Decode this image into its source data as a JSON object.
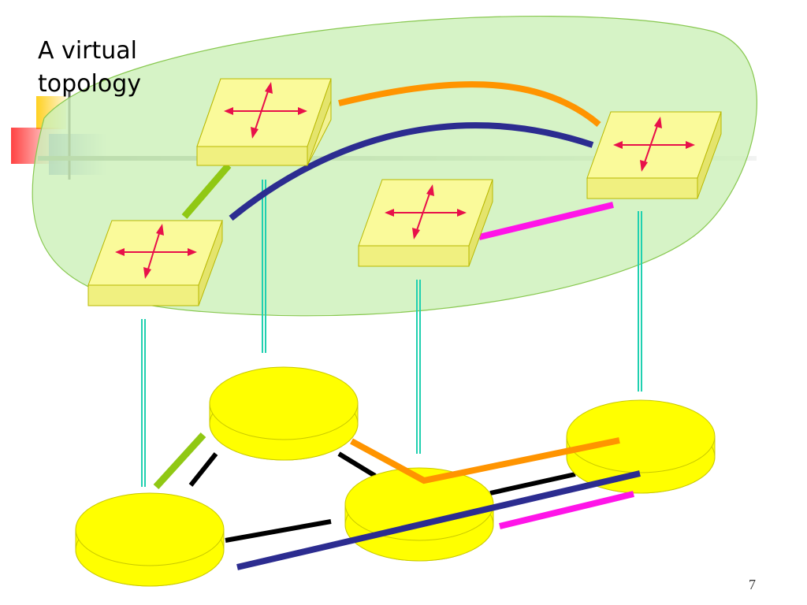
{
  "slide": {
    "title_line1": "A virtual",
    "title_line2": "topology",
    "page_number": "7"
  },
  "colors": {
    "overlay_fill": "#ccf0b8",
    "overlay_stroke": "#88c850",
    "switch_fill": "#fafa9a",
    "switch_stroke": "#b8b800",
    "arrow": "#e8104a",
    "node_fill": "#ffff00",
    "node_stroke": "#c8c800",
    "mapping_line": "#20d0b0",
    "link_physical": "#000000",
    "lightpath_green": "#90c814",
    "lightpath_orange": "#ff9400",
    "lightpath_navy": "#2c2c90",
    "lightpath_magenta": "#ff14e8"
  },
  "diagram": {
    "virtual_switches": [
      "switch-top-left",
      "switch-bottom-left",
      "switch-center",
      "switch-right"
    ],
    "physical_nodes": [
      "node-top",
      "node-left",
      "node-center",
      "node-right"
    ],
    "lightpaths": [
      "green",
      "orange",
      "navy",
      "magenta"
    ]
  }
}
